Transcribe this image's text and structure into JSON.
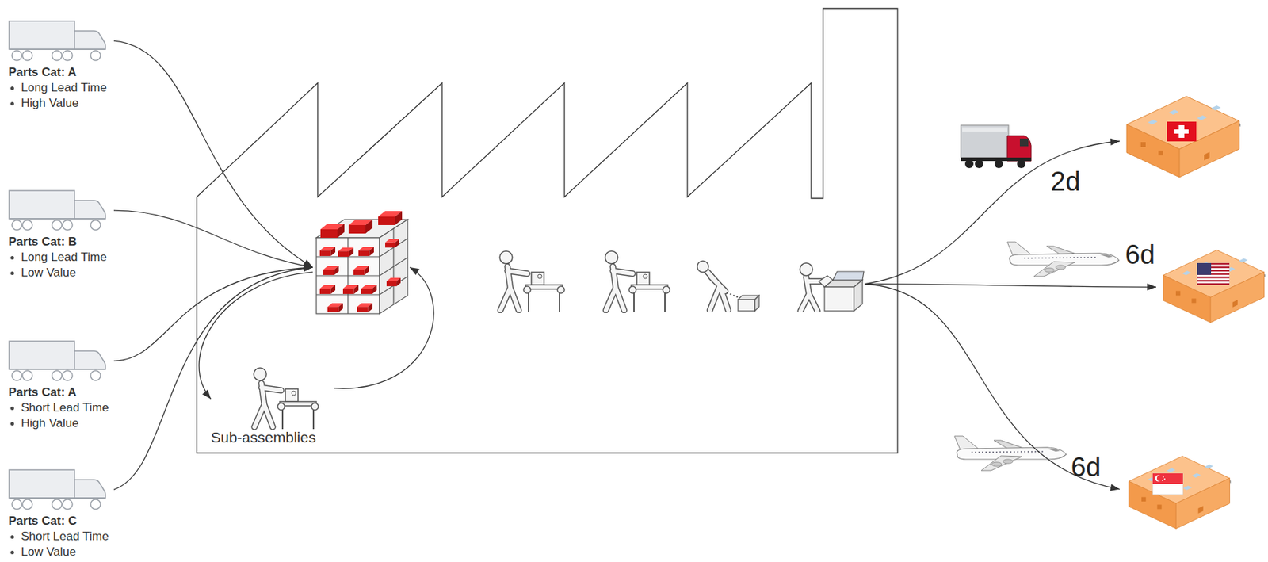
{
  "diagram": {
    "nodes": [
      {
        "text": [
          "Parts Cat: A",
          "Long Lead Time",
          "High Value"
        ]
      },
      {
        "text": [
          "Parts Cat: B",
          "Long Lead Time",
          "Low Value"
        ]
      },
      {
        "text": [
          "Parts Cat: A",
          "Short Lead Time",
          "High Value"
        ]
      },
      {
        "text": [
          "Parts Cat: C",
          "Short Lead Time",
          "Low Value"
        ]
      },
      {
        "text": []
      },
      {
        "text": [
          "Sub-assemblies"
        ]
      },
      {
        "text": []
      },
      {
        "text": []
      },
      {
        "text": []
      },
      {
        "text": []
      }
    ],
    "edges": [
      {
        "from": 0,
        "to": 4,
        "arrow": "to"
      },
      {
        "from": 1,
        "to": 4,
        "arrow": "to"
      },
      {
        "from": 2,
        "to": 4,
        "arrow": "to"
      },
      {
        "from": 3,
        "to": 4,
        "arrow": "to"
      },
      {
        "from": 4,
        "to": 5,
        "arrow": "to"
      },
      {
        "from": 5,
        "to": 4,
        "arrow": "to"
      },
      {
        "from": 6,
        "to": 7,
        "label": "2d",
        "arrow": "to"
      },
      {
        "from": 6,
        "to": 8,
        "label": "6d",
        "arrow": "to"
      },
      {
        "from": 6,
        "to": 9,
        "label": "6d",
        "arrow": "to"
      }
    ]
  }
}
